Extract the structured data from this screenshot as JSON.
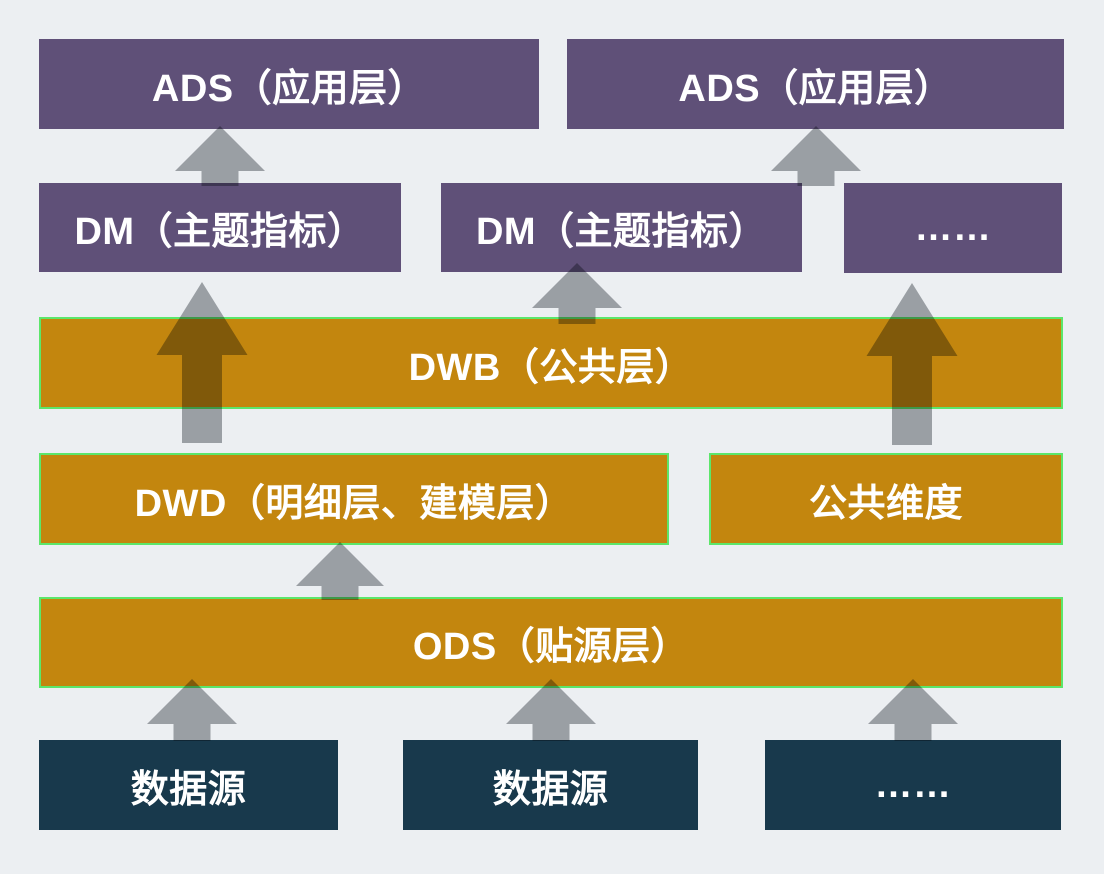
{
  "diagram_title": "data-warehouse-layered-architecture",
  "palette": {
    "background": "#eceff2",
    "purple": "#5f5078",
    "orange": "#c3860e",
    "teal": "#18394c",
    "green_border": "#5ce66a",
    "arrow_gray": "#a7aaad",
    "text": "#ffffff"
  },
  "nodes": {
    "ads1": {
      "label": "ADS（应用层）",
      "type": "purple"
    },
    "ads2": {
      "label": "ADS（应用层）",
      "type": "purple"
    },
    "dm1": {
      "label": "DM（主题指标）",
      "type": "purple"
    },
    "dm2": {
      "label": "DM（主题指标）",
      "type": "purple"
    },
    "dm3": {
      "label": "……",
      "type": "purple"
    },
    "dwb": {
      "label": "DWB（公共层）",
      "type": "orange"
    },
    "dwd": {
      "label": "DWD（明细层、建模层）",
      "type": "orange"
    },
    "dim": {
      "label": "公共维度",
      "type": "orange"
    },
    "ods": {
      "label": "ODS（贴源层）",
      "type": "orange"
    },
    "src1": {
      "label": "数据源",
      "type": "teal"
    },
    "src2": {
      "label": "数据源",
      "type": "teal"
    },
    "src3": {
      "label": "……",
      "type": "teal"
    }
  },
  "arrows": [
    {
      "from": "dm1",
      "to": "ads1"
    },
    {
      "from": "dm2",
      "to": "ads2"
    },
    {
      "from": "dwb",
      "to": "dm2"
    },
    {
      "from": "dwd",
      "to": "dm1"
    },
    {
      "from": "dim",
      "to": "dm3"
    },
    {
      "from": "ods",
      "to": "dwd"
    },
    {
      "from": "src1",
      "to": "ods"
    },
    {
      "from": "src2",
      "to": "ods"
    },
    {
      "from": "src3",
      "to": "ods"
    }
  ]
}
